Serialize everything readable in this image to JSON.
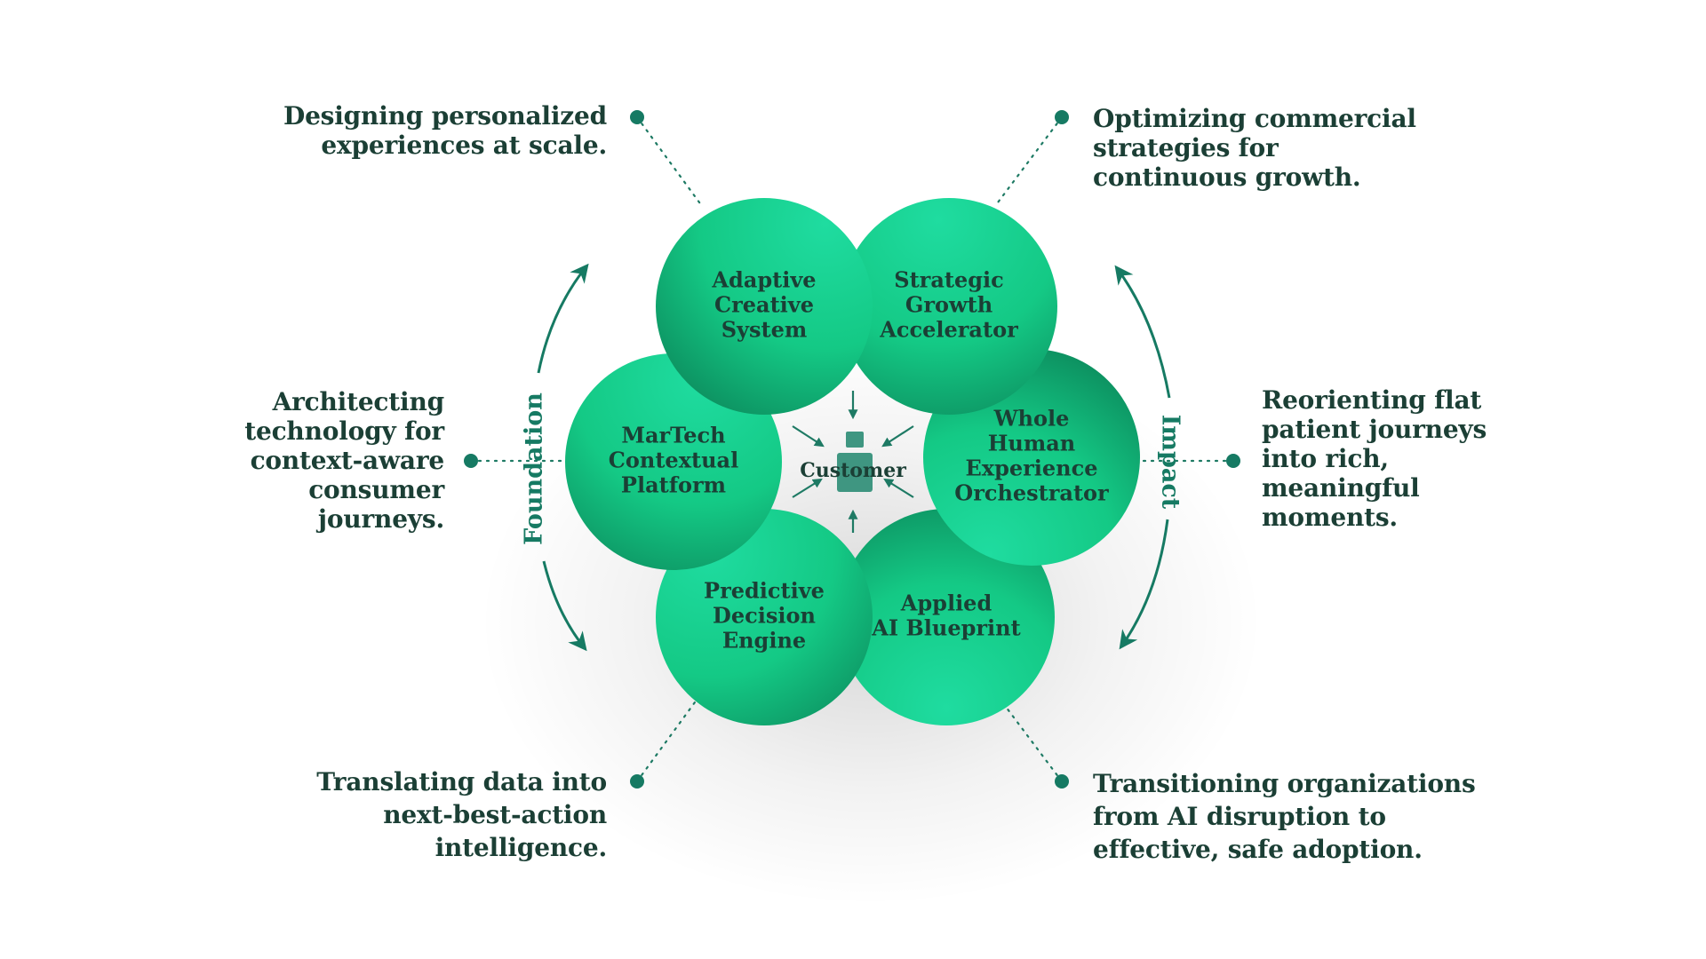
{
  "center": {
    "label": "Customer"
  },
  "circles": [
    {
      "lines": [
        "Adaptive",
        "Creative",
        "System"
      ]
    },
    {
      "lines": [
        "Strategic",
        "Growth",
        "Accelerator"
      ]
    },
    {
      "lines": [
        "MarTech",
        "Contextual",
        "Platform"
      ]
    },
    {
      "lines": [
        "Whole",
        "Human",
        "Experience",
        "Orchestrator"
      ]
    },
    {
      "lines": [
        "Predictive",
        "Decision",
        "Engine"
      ]
    },
    {
      "lines": [
        "Applied",
        "AI Blueprint"
      ]
    }
  ],
  "captions": [
    {
      "lines": [
        "Designing personalized",
        "experiences at scale."
      ]
    },
    {
      "lines": [
        "Optimizing commercial",
        "strategies for",
        "continuous growth."
      ]
    },
    {
      "lines": [
        "Architecting",
        "technology for",
        "context-aware",
        "consumer",
        "journeys."
      ]
    },
    {
      "lines": [
        "Reorienting flat",
        "patient journeys",
        "into rich,",
        "meaningful",
        "moments."
      ]
    },
    {
      "lines": [
        "Translating data into",
        "next-best-action",
        "intelligence."
      ]
    },
    {
      "lines": [
        "Transitioning organizations",
        "from AI disruption to",
        "effective, safe adoption."
      ]
    }
  ],
  "arcs": {
    "left": "Foundation",
    "right": "Impact"
  },
  "colors": {
    "accent": "#167a63",
    "text": "#1b3f35",
    "circle_light": "#1fdca0",
    "circle_dark": "#0c8a5c"
  }
}
